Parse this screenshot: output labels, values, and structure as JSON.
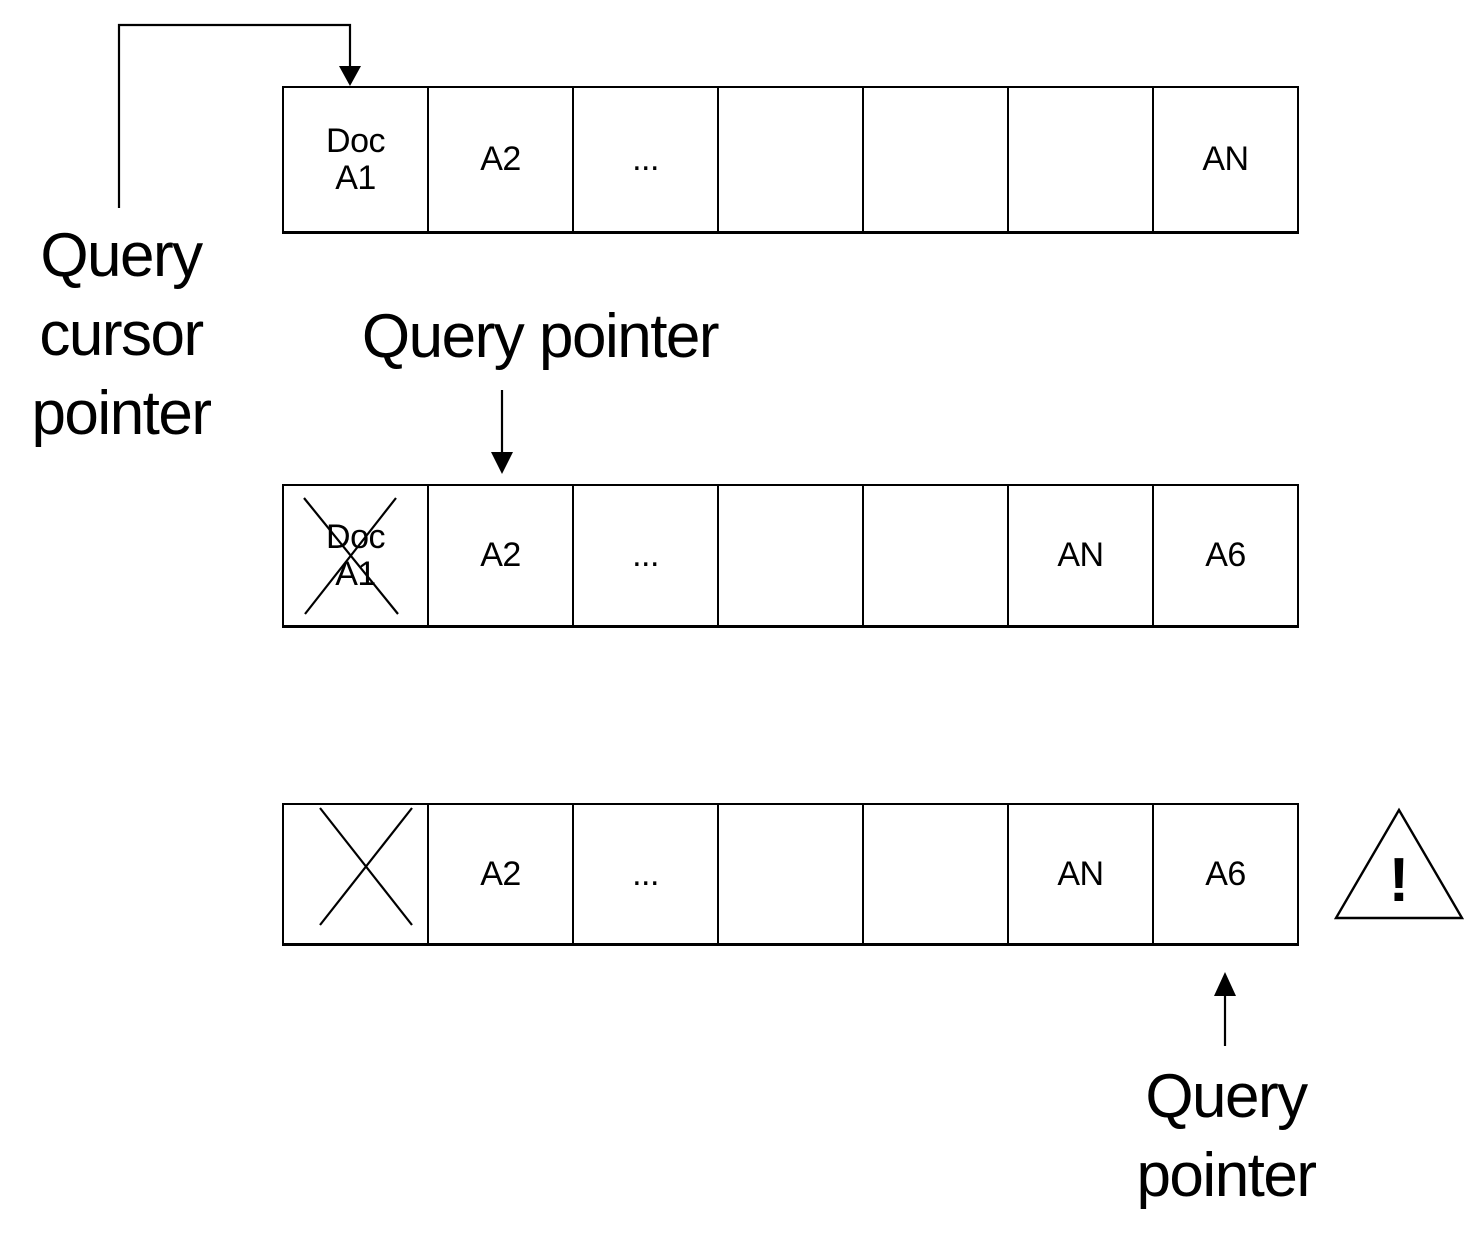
{
  "diagram": {
    "labels": {
      "query_cursor_pointer": "Query\ncursor\npointer",
      "query_pointer_mid": "Query pointer",
      "query_pointer_bottom": "Query\npointer"
    },
    "warning": {
      "symbol": "!"
    },
    "rows": [
      {
        "name": "array-initial",
        "cells": [
          {
            "text": "Doc\nA1",
            "crossed": false
          },
          {
            "text": "A2",
            "crossed": false
          },
          {
            "text": "...",
            "crossed": false
          },
          {
            "text": "",
            "crossed": false
          },
          {
            "text": "",
            "crossed": false
          },
          {
            "text": "",
            "crossed": false
          },
          {
            "text": "AN",
            "crossed": false
          }
        ]
      },
      {
        "name": "array-after-insert",
        "cells": [
          {
            "text": "Doc\nA1",
            "crossed": true
          },
          {
            "text": "A2",
            "crossed": false
          },
          {
            "text": "...",
            "crossed": false
          },
          {
            "text": "",
            "crossed": false
          },
          {
            "text": "",
            "crossed": false
          },
          {
            "text": "AN",
            "crossed": false
          },
          {
            "text": "A6",
            "crossed": false
          }
        ]
      },
      {
        "name": "array-final",
        "cells": [
          {
            "text": "",
            "crossed": true
          },
          {
            "text": "A2",
            "crossed": false
          },
          {
            "text": "...",
            "crossed": false
          },
          {
            "text": "",
            "crossed": false
          },
          {
            "text": "",
            "crossed": false
          },
          {
            "text": "AN",
            "crossed": false
          },
          {
            "text": "A6",
            "crossed": false
          }
        ]
      }
    ],
    "colors": {
      "stroke": "#000000",
      "background": "#ffffff"
    }
  }
}
